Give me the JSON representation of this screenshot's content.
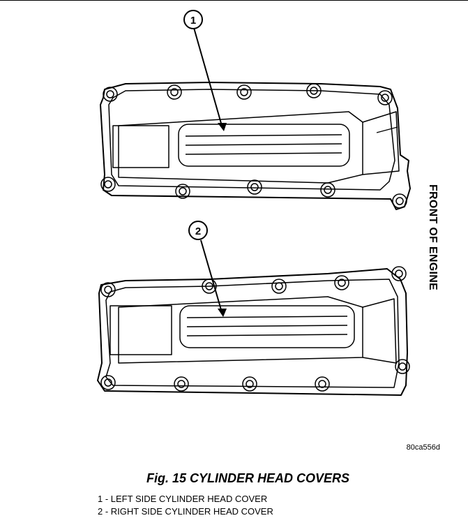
{
  "figure": {
    "orientation_label": "FRONT OF ENGINE",
    "image_code": "80ca556d",
    "caption": "Fig. 15 CYLINDER HEAD COVERS",
    "callouts": [
      "1",
      "2"
    ],
    "legend": [
      "1 - LEFT SIDE CYLINDER HEAD COVER",
      "2 - RIGHT SIDE CYLINDER HEAD COVER"
    ]
  }
}
